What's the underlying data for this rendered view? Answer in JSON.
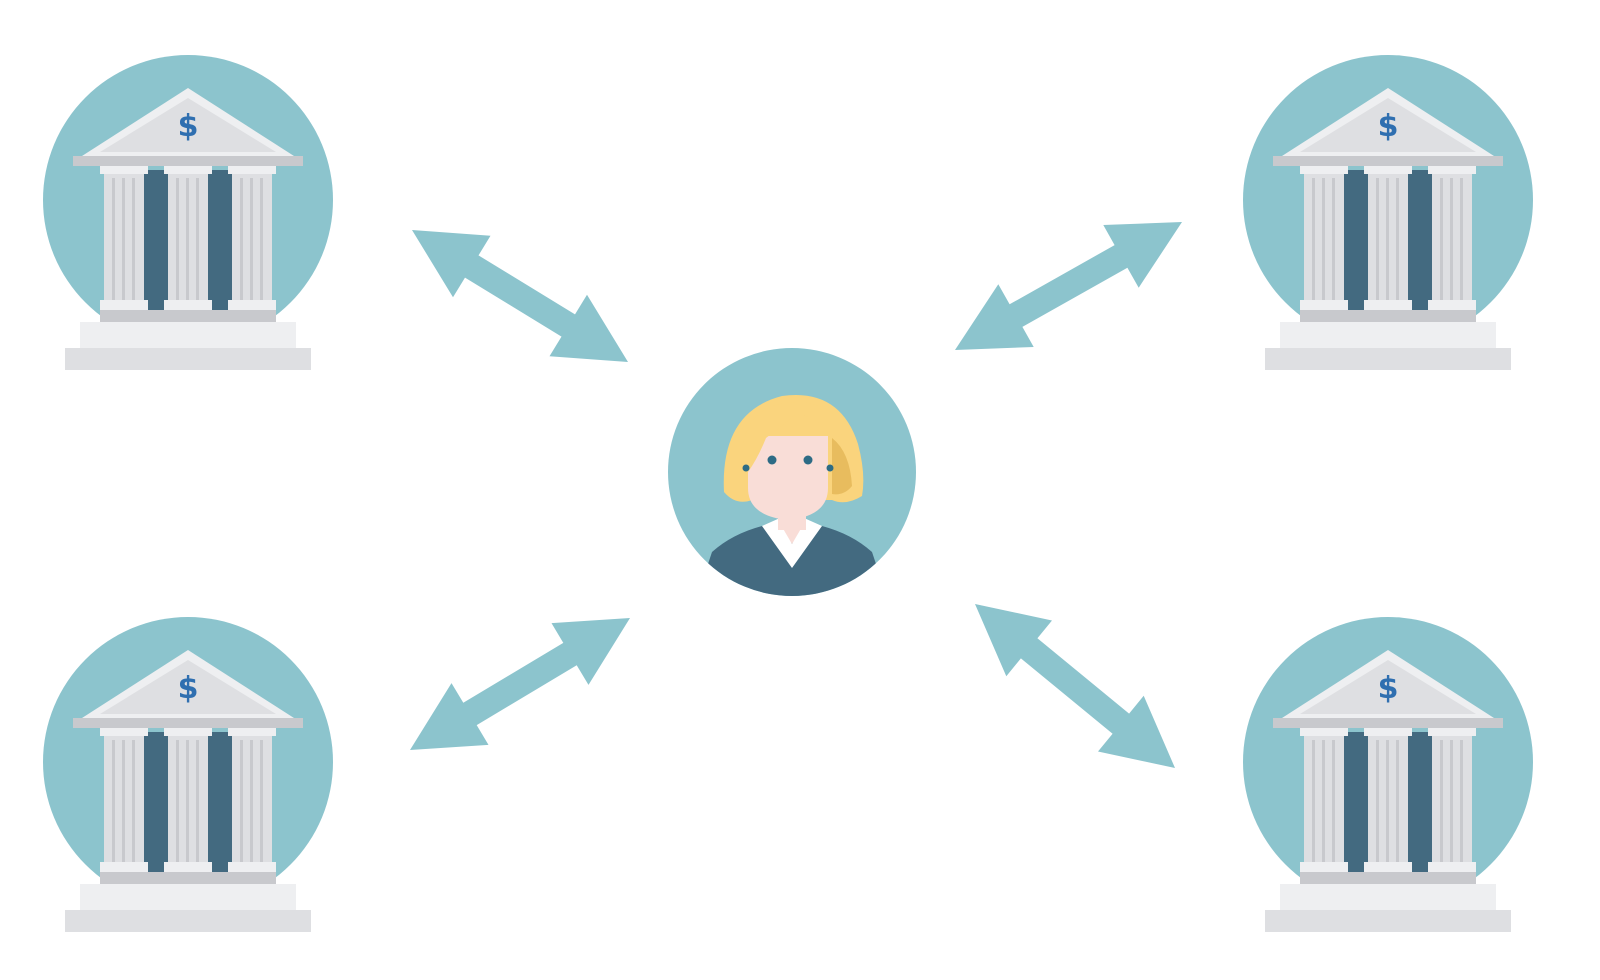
{
  "colors": {
    "background": "#ffffff",
    "circle": "#8cc4cd",
    "arrow": "#8cc4cd",
    "building_light": "#dedfe2",
    "building_mid": "#c8c9cd",
    "building_highlight": "#eeeff1",
    "building_dark": "#436a80",
    "dollar": "#2f6fb0",
    "hair": "#fad47d",
    "hair_shadow": "#e8bc5e",
    "face": "#f9ddd7",
    "eyes": "#2d6b85",
    "suit": "#436a80",
    "collar": "#ffffff"
  },
  "icons": {
    "bank": "bank-building-icon",
    "person": "woman-avatar-icon",
    "arrow": "double-headed-arrow"
  },
  "banks": [
    {
      "id": "top-left",
      "symbol": "$"
    },
    {
      "id": "top-right",
      "symbol": "$"
    },
    {
      "id": "bottom-left",
      "symbol": "$"
    },
    {
      "id": "bottom-right",
      "symbol": "$"
    }
  ],
  "connections": [
    {
      "from": "person",
      "to": "top-left"
    },
    {
      "from": "person",
      "to": "top-right"
    },
    {
      "from": "person",
      "to": "bottom-left"
    },
    {
      "from": "person",
      "to": "bottom-right"
    }
  ]
}
